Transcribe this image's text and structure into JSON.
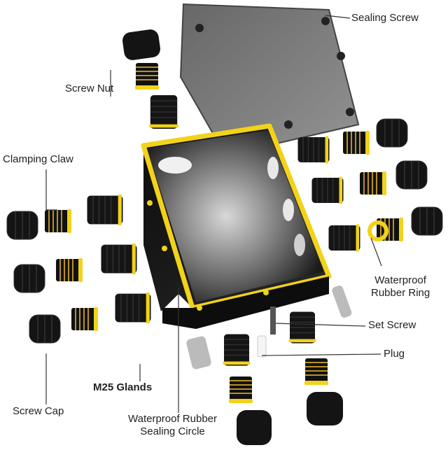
{
  "labels": {
    "sealing_screw": "Sealing Screw",
    "screw_nut": "Screw Nut",
    "clamping_claw": "Clamping Claw",
    "waterproof_ring_line1": "Waterproof",
    "waterproof_ring_line2": "Rubber Ring",
    "set_screw": "Set Screw",
    "plug": "Plug",
    "m25_glands": "M25 Glands",
    "screw_cap": "Screw Cap",
    "sealing_circle_line1": "Waterproof Rubber",
    "sealing_circle_line2": "Sealing Circle"
  },
  "colors": {
    "gasket_yellow": "#f2d21b",
    "plastic_black": "#141414",
    "lid_gray": "#6b6b6b",
    "background": "#ffffff"
  }
}
